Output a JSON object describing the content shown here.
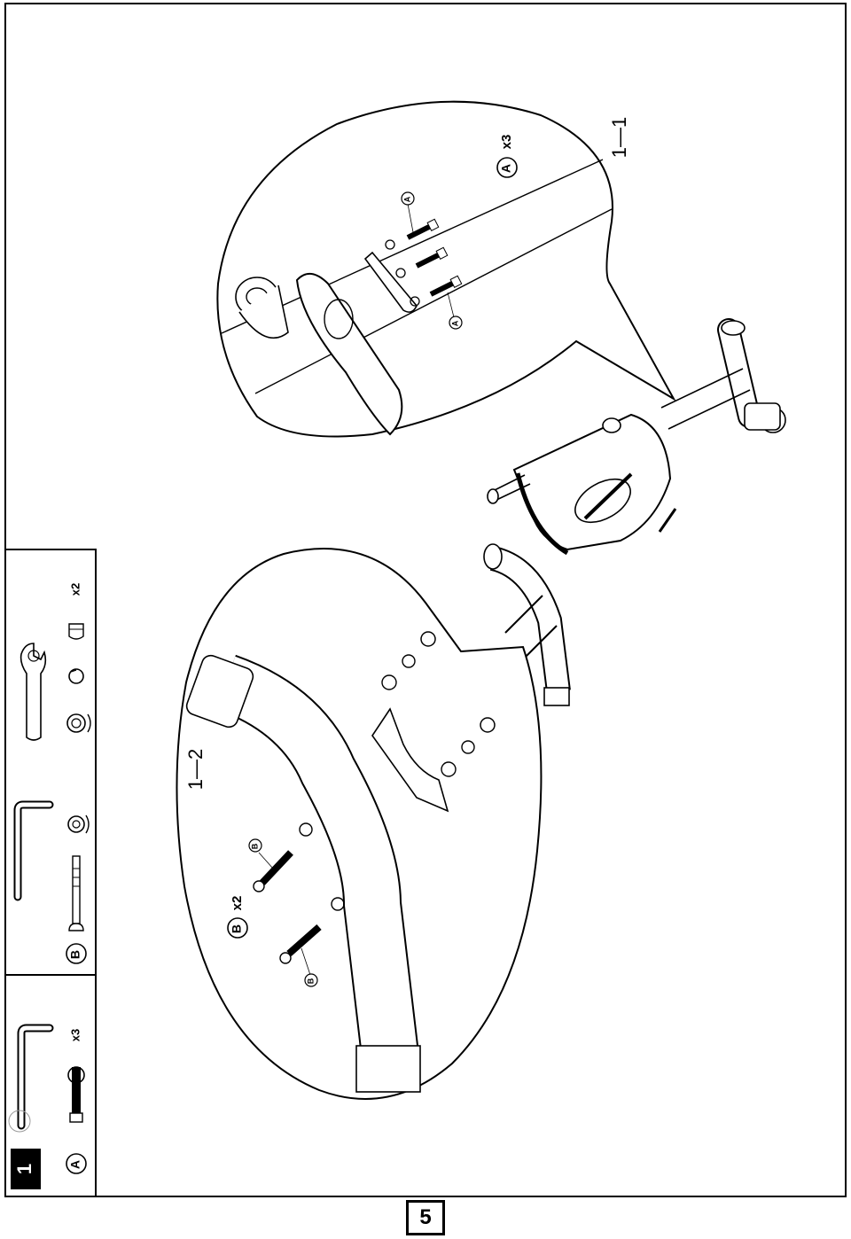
{
  "step": {
    "number": "1",
    "hardware": {
      "a": {
        "letter": "A",
        "qty": "x3"
      },
      "b": {
        "letter": "B",
        "qty": "x2"
      },
      "nut_qty": "x2"
    }
  },
  "callouts": {
    "upper": {
      "label": "1—1",
      "part_letter": "A",
      "part_qty": "x3",
      "marker_1": "A",
      "marker_2": "A"
    },
    "lower": {
      "label": "1—2",
      "part_letter": "B",
      "part_qty": "x2",
      "marker_1": "B",
      "marker_2": "B"
    }
  },
  "page_number": "5"
}
